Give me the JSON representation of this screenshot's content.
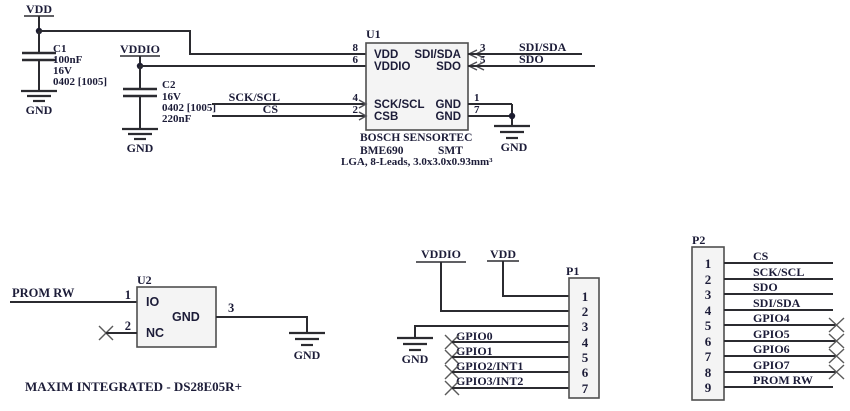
{
  "colors": {
    "wire": "#2b2b30",
    "text": "#1c1c38",
    "component_fill": "#f4f4f4",
    "component_border": "#4f4f4f"
  },
  "power": {
    "vdd": "VDD",
    "vddio": "VDDIO",
    "gnd": "GND"
  },
  "c1": {
    "ref": "C1",
    "value": "100nF",
    "voltage": "16V",
    "footprint": "0402 [1005]"
  },
  "c2": {
    "ref": "C2",
    "voltage": "16V",
    "footprint": "0402 [1005]",
    "value": "220nF"
  },
  "nets": {
    "sck": "SCK/SCL",
    "cs": "CS",
    "sdi": "SDI/SDA",
    "sdo": "SDO",
    "prom": "PROM RW"
  },
  "u1": {
    "ref": "U1",
    "pin_numbers": {
      "p8": "8",
      "p6": "6",
      "p4": "4",
      "p2": "2",
      "p3": "3",
      "p5": "5",
      "p1": "1",
      "p7": "7"
    },
    "pin_names": {
      "vdd": "VDD",
      "vddio": "VDDIO",
      "sck": "SCK/SCL",
      "csb": "CSB",
      "sdi": "SDI/SDA",
      "sdo": "SDO",
      "gnd_a": "GND",
      "gnd_b": "GND"
    },
    "mfr": "BOSCH SENSORTEC",
    "part": "BME690",
    "mount": "SMT",
    "package": "LGA, 8-Leads, 3.0x3.0x0.93mm³"
  },
  "u2": {
    "ref": "U2",
    "pin_numbers": {
      "p1": "1",
      "p2": "2",
      "p3": "3"
    },
    "pin_names": {
      "io": "IO",
      "nc": "NC",
      "gnd": "GND"
    },
    "caption": "MAXIM INTEGRATED - DS28E05R+"
  },
  "p1": {
    "ref": "P1",
    "pins": [
      "1",
      "2",
      "3",
      "4",
      "5",
      "6",
      "7"
    ],
    "nets": [
      "GPIO0",
      "GPIO1",
      "GPIO2/INT1",
      "GPIO3/INT2"
    ]
  },
  "p2": {
    "ref": "P2",
    "pins": [
      "1",
      "2",
      "3",
      "4",
      "5",
      "6",
      "7",
      "8",
      "9"
    ],
    "nets": [
      "CS",
      "SCK/SCL",
      "SDO",
      "SDI/SDA",
      "GPIO4",
      "GPIO5",
      "GPIO6",
      "GPIO7",
      "PROM RW"
    ]
  }
}
